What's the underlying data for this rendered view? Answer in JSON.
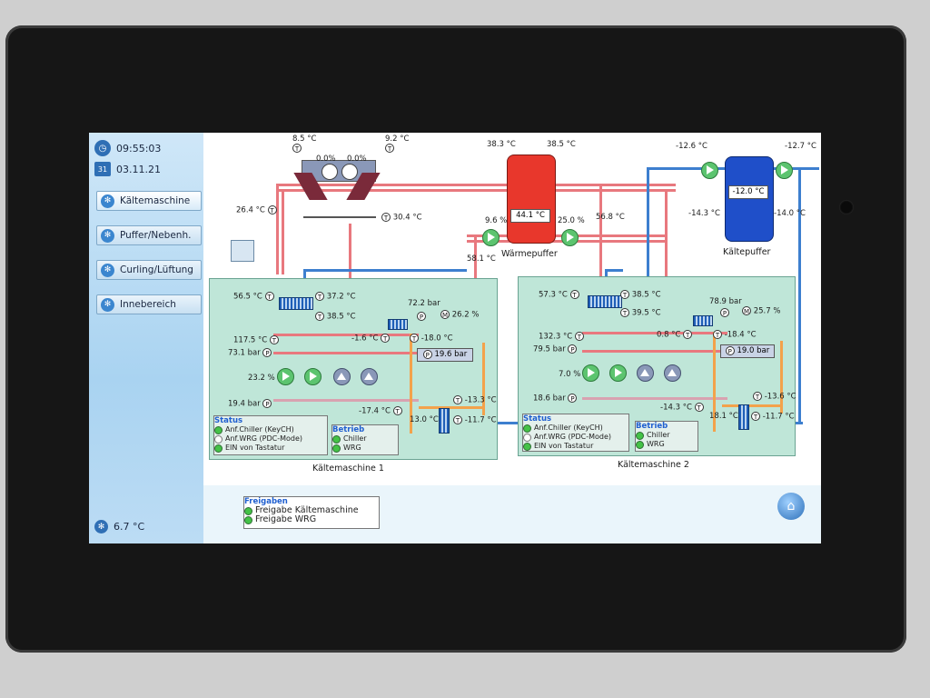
{
  "sidebar": {
    "time": "09:55:03",
    "date": "03.11.21",
    "calendar_day": "31",
    "nav": [
      {
        "label": "Kältemaschine"
      },
      {
        "label": "Puffer/Nebenh."
      },
      {
        "label": "Curling/Lüftung"
      },
      {
        "label": "Innebereich"
      }
    ],
    "outside_temp": "6.7 °C"
  },
  "top": {
    "t_8_5": "8.5 °C",
    "t_9_2": "9.2 °C",
    "fan1_pct": "0.0%",
    "fan2_pct": "0.0%",
    "t_26_4": "26.4 °C",
    "t_30_4": "30.4 °C",
    "t_38_3": "38.3 °C",
    "t_38_5": "38.5 °C",
    "waerme_tank_temp": "44.1 °C",
    "waerme_pct_left": "9.6 %",
    "waerme_pct_right": "25.0 %",
    "t_58_1": "58.1 °C",
    "t_56_8": "56.8 °C",
    "waerme_label": "Wärmepuffer",
    "k_t_12_6": "-12.6 °C",
    "k_t_12_7": "-12.7 °C",
    "kaelte_tank_temp": "-12.0 °C",
    "k_t_14_3": "-14.3 °C",
    "k_t_14_0": "-14.0 °C",
    "kaelte_label": "Kältepuffer"
  },
  "km1": {
    "title": "Kältemaschine 1",
    "t1": "56.5 °C",
    "t2": "37.2 °C",
    "t3": "38.5 °C",
    "t4": "117.5 °C",
    "p1": "73.1 bar",
    "pct1": "23.2 %",
    "p2": "19.4 bar",
    "t5": "-1.6 °C",
    "p3": "72.2 bar",
    "pct2": "26.2 %",
    "t6": "-18.0 °C",
    "p4": "19.6 bar",
    "t7": "-13.3 °C",
    "t8": "-17.4 °C",
    "t9": "13.0 °C",
    "t10": "-11.7 °C",
    "status_head": "Status",
    "status": [
      "Anf.Chiller (KeyCH)",
      "Anf.WRG (PDC-Mode)",
      "EIN von Tastatur"
    ],
    "betrieb_head": "Betrieb",
    "betrieb": [
      "Chiller",
      "WRG"
    ]
  },
  "km2": {
    "title": "Kältemaschine 2",
    "t1": "57.3 °C",
    "t2": "38.5 °C",
    "t3": "39.5 °C",
    "t4": "132.3 °C",
    "p1": "79.5 bar",
    "pct1": "7.0 %",
    "p2": "18.6 bar",
    "t5": "0.8 °C",
    "p3": "78.9 bar",
    "pct2": "25.7 %",
    "t6": "-18.4 °C",
    "p4": "19.0 bar",
    "t7": "-13.6 °C",
    "t8": "-14.3 °C",
    "t9": "18.1 °C",
    "t10": "-11.7 °C",
    "status_head": "Status",
    "status": [
      "Anf.Chiller (KeyCH)",
      "Anf.WRG (PDC-Mode)",
      "EIN von Tastatur"
    ],
    "betrieb_head": "Betrieb",
    "betrieb": [
      "Chiller",
      "WRG"
    ]
  },
  "freigaben": {
    "head": "Freigaben",
    "items": [
      "Freigabe Kältemaschine",
      "Freigabe WRG"
    ]
  },
  "colors": {
    "warm_pipe": "#e8787e",
    "cold_pipe": "#3d7fcf",
    "oil_pipe": "#f3a24b",
    "panel": "#bfe6d8",
    "waerme_tank": "#e8372c",
    "kaelte_tank": "#1f4fc9"
  }
}
